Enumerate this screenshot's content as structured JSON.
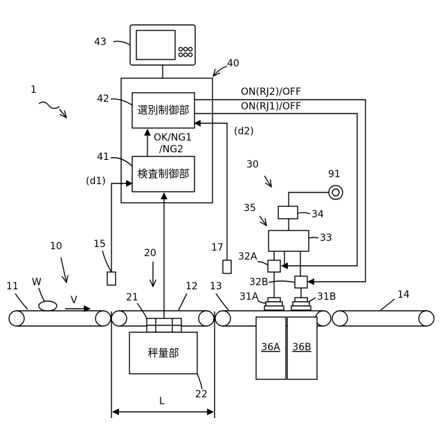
{
  "labels": {
    "system": "1",
    "conveyor_in": "10",
    "weighing": "20",
    "sorter": "30",
    "control": "40",
    "belt11": "11",
    "belt12": "12",
    "belt13": "13",
    "belt14": "14",
    "sensor15": "15",
    "sensor17": "17",
    "frame21": "21",
    "scale22": "22",
    "valve32a": "32A",
    "valve32b": "32B",
    "nozzle31a": "31A",
    "nozzle31b": "31B",
    "unit33": "33",
    "unit34": "34",
    "unit35": "35",
    "source91": "91",
    "panel41": "41",
    "panel42": "42",
    "display43": "43",
    "workpiece": "W",
    "velocity": "V",
    "length": "L",
    "sig_d1": "(d1)",
    "sig_d2": "(d2)"
  },
  "boxes": {
    "selection_ctrl": "選別制御部",
    "inspection_ctrl": "検査制御部",
    "weigher": "秤量部",
    "bin_a": "36A",
    "bin_b": "36B"
  },
  "signals": {
    "rj2": "ON(RJ2)/OFF",
    "rj1": "ON(RJ1)/OFF",
    "ok_ng_line1": "OK/NG1",
    "ok_ng_line2": "/NG2"
  }
}
